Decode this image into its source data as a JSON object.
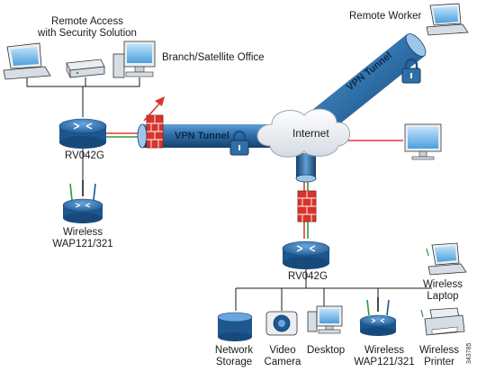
{
  "labels": {
    "remote_access_line1": "Remote Access",
    "remote_access_line2": "with Security Solution",
    "branch_office": "Branch/Satellite Office",
    "remote_worker": "Remote Worker",
    "vpn_tunnel_left": "VPN Tunnel",
    "vpn_tunnel_right": "VPN Tunnel",
    "internet": "Internet",
    "rv042g_left": "RV042G",
    "rv042g_bottom": "RV042G",
    "wireless_ap_left_line1": "Wireless",
    "wireless_ap_left_line2": "WAP121/321",
    "wireless_laptop_line1": "Wireless",
    "wireless_laptop_line2": "Laptop",
    "network_storage_line1": "Network",
    "network_storage_line2": "Storage",
    "video_camera_line1": "Video",
    "video_camera_line2": "Camera",
    "desktop": "Desktop",
    "wireless_ap_bottom_line1": "Wireless",
    "wireless_ap_bottom_line2": "WAP121/321",
    "wireless_printer_line1": "Wireless",
    "wireless_printer_line2": "Printer",
    "figure_code": "343785"
  },
  "colors": {
    "tunnel_blue": "#2f6fa8",
    "router_blue": "#2b6cb0",
    "firewall_red": "#d9342b",
    "link_red": "#e03a3a",
    "link_green": "#2a9d3a",
    "cloud_gray": "#e8ebef"
  }
}
